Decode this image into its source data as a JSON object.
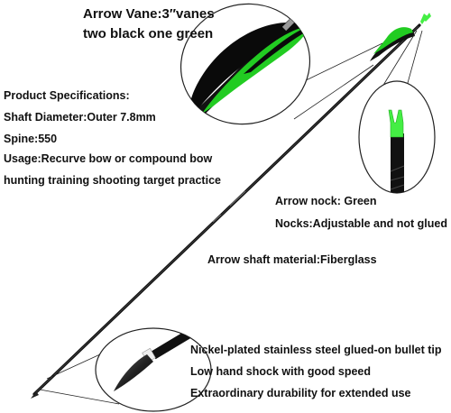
{
  "vane_label": {
    "line1": "Arrow Vane:3″vanes",
    "line2": "two black one green"
  },
  "specs": {
    "heading": "Product Specifications:",
    "shaft_diameter": "Shaft Diameter:Outer 7.8mm",
    "spine": "Spine:550",
    "usage_line1": "Usage:Recurve bow or compound bow",
    "usage_line2": "hunting training shooting target practice"
  },
  "nock": {
    "color_label": "Arrow nock: Green",
    "nocks_label": "Nocks:Adjustable and not glued"
  },
  "shaft_material": "Arrow shaft material:Fiberglass",
  "features": [
    "Nickel-plated stainless steel glued-on bullet tip",
    "Low hand shock with good speed",
    "Extraordinary durability for extended use"
  ],
  "colors": {
    "vane_green": "#22cc22",
    "nock_green": "#44ee44",
    "shaft_black": "#111111",
    "callout_outline": "#222222"
  }
}
